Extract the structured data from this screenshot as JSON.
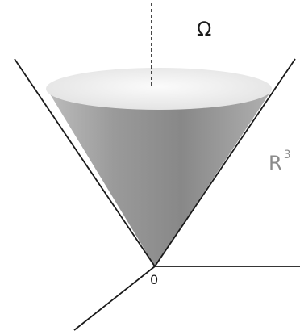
{
  "figure": {
    "omega_label": "Ω",
    "space_label": "R",
    "space_exponent": "3",
    "origin_label": "0"
  },
  "colors": {
    "line": "#1a1a1a",
    "cone_fill": "#8c8c8c",
    "cap_fill": "#f2f2f2",
    "space_label": "#8a8a8a"
  }
}
